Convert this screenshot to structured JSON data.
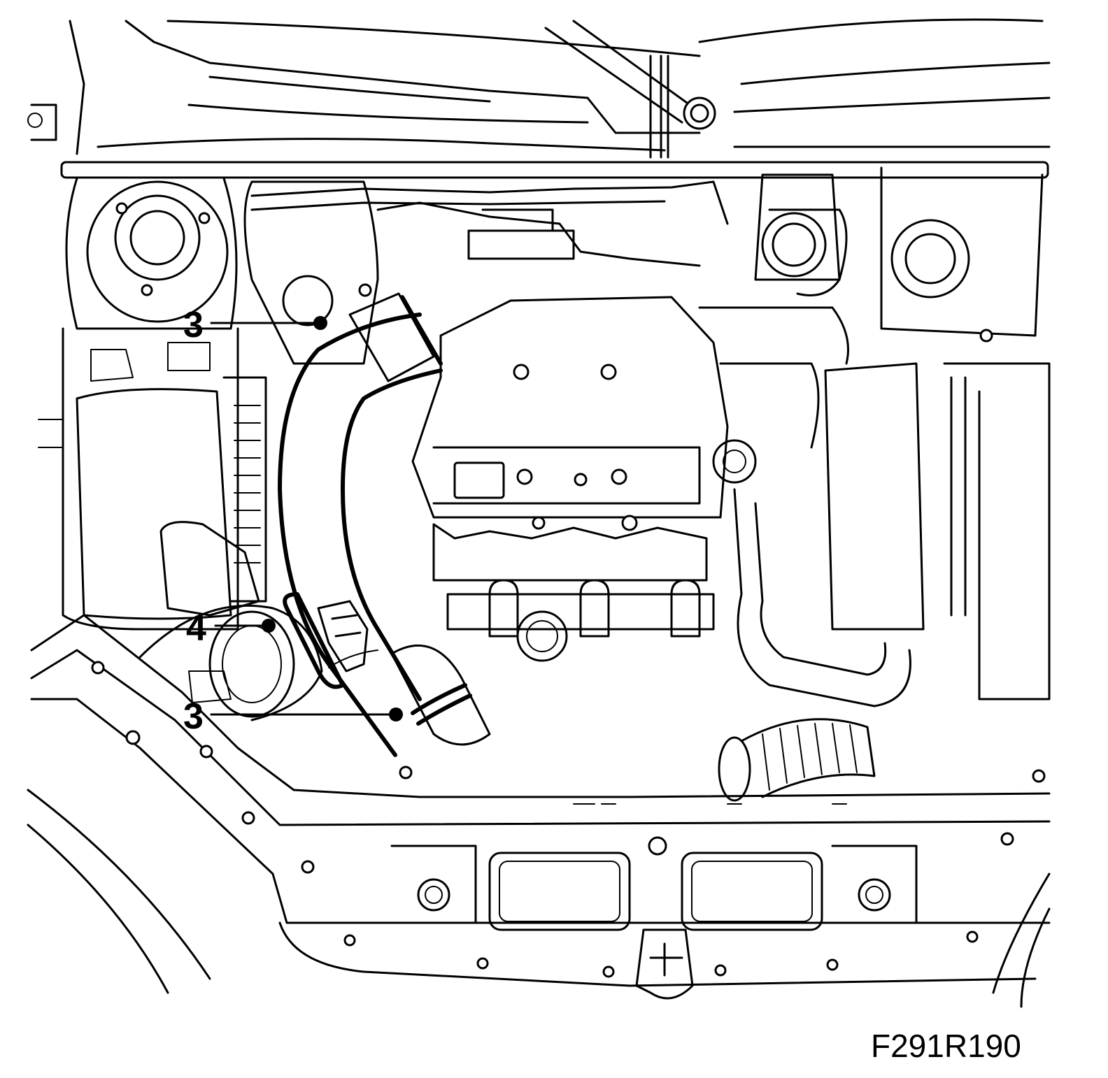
{
  "figure": {
    "reference_code": "F291R190",
    "callouts": [
      {
        "id": "callout-3-top",
        "label": "3"
      },
      {
        "id": "callout-4",
        "label": "4"
      },
      {
        "id": "callout-3-bottom",
        "label": "3"
      }
    ]
  }
}
